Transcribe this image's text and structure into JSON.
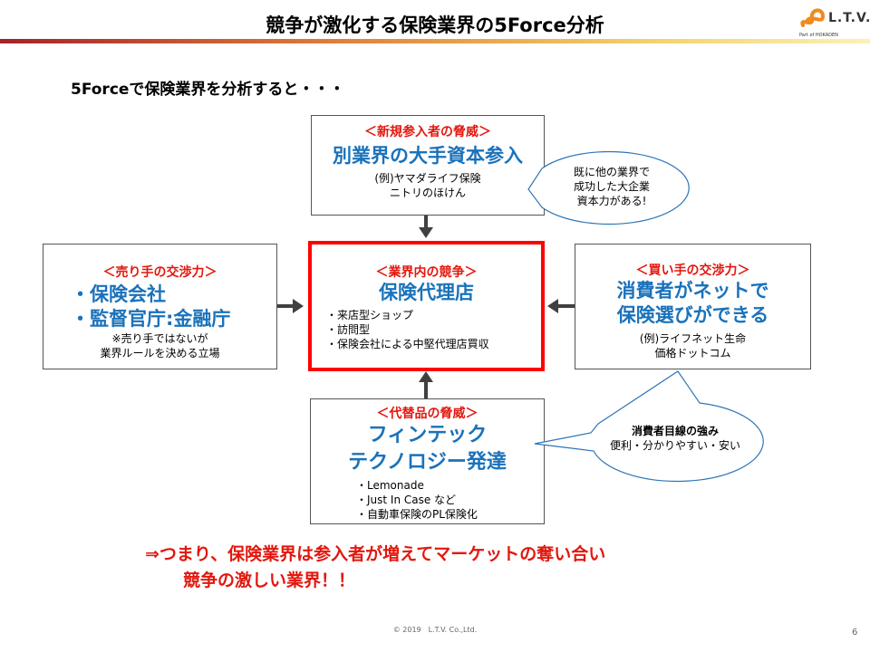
{
  "title": "競争が激化する保険業界の5Force分析",
  "logo": {
    "name": "L.T.V.",
    "parent": "Part of HOKADEN"
  },
  "subtitle": "5Forceで保険業界を分析すると・・・",
  "new_entrants": {
    "heading": "＜新規参入者の脅威＞",
    "main": "別業界の大手資本参入",
    "lines": [
      "(例)ヤマダライフ保険",
      "ニトリのほけん"
    ]
  },
  "suppliers": {
    "heading": "＜売り手の交渉力＞",
    "items": [
      "・保険会社",
      "・監督官庁:金融庁"
    ],
    "notes": [
      "※売り手ではないが",
      "業界ルールを決める立場"
    ]
  },
  "rivalry": {
    "heading": "＜業界内の競争＞",
    "main": "保険代理店",
    "items": [
      "・来店型ショップ",
      "・訪問型",
      "・保険会社による中堅代理店買収"
    ]
  },
  "buyers": {
    "heading": "＜買い手の交渉力＞",
    "main_lines": [
      "消費者がネットで",
      "保険選びができる"
    ],
    "lines": [
      "(例)ライフネット生命",
      "価格ドットコム"
    ]
  },
  "substitutes": {
    "heading": "＜代替品の脅威＞",
    "main_lines": [
      "フィンテック",
      "テクノロジー発達"
    ],
    "items": [
      "・Lemonade",
      "・Just In Case など",
      "・自動車保険のPL保険化"
    ]
  },
  "callout_top": [
    "既に他の業界で",
    "成功した大企業",
    "資本力がある!"
  ],
  "callout_bottom": {
    "title": "消費者目線の強み",
    "text": "便利・分かりやすい・安い"
  },
  "conclusion": [
    "⇒つまり、保険業界は参入者が増えてマーケットの奪い合い",
    "競争の激しい業界！！"
  ],
  "footer": {
    "copyright": "© 2019　L.T.V. Co.,Ltd.",
    "page": "6"
  },
  "colors": {
    "accent_red": "#e3170d",
    "accent_blue": "#1a72bb"
  }
}
